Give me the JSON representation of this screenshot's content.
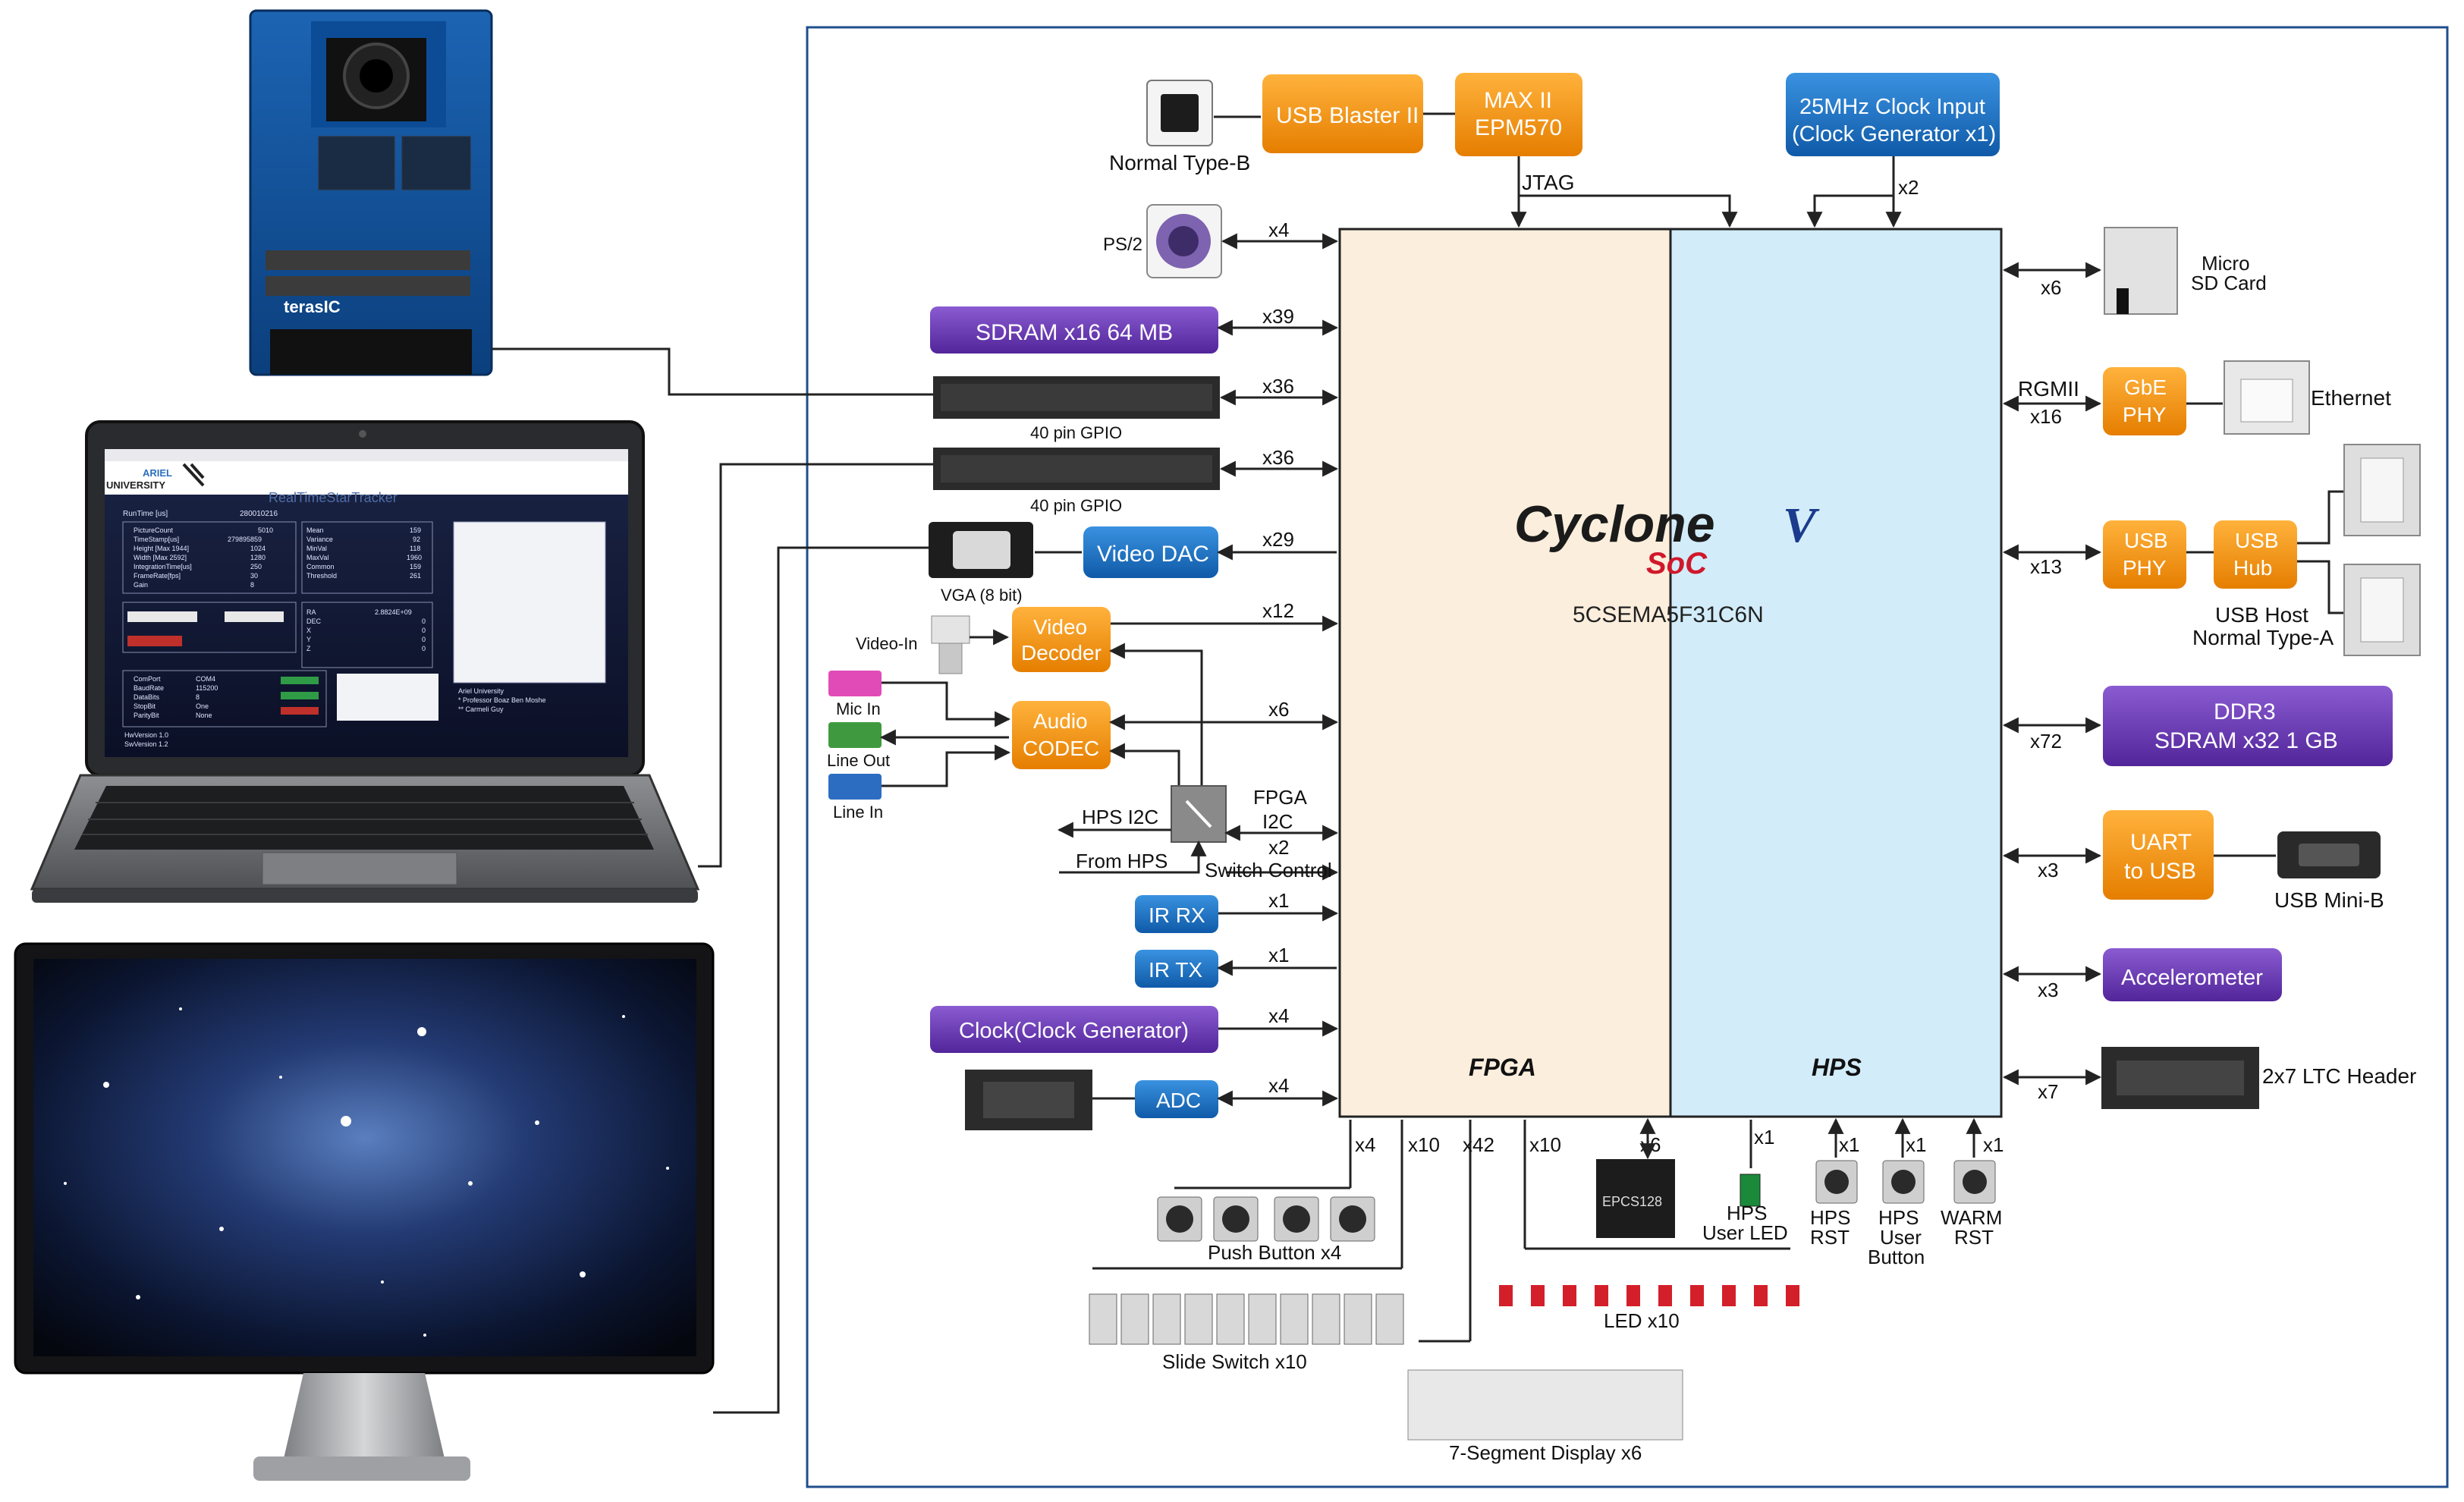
{
  "fpga_chip": {
    "brand": "Cyclone",
    "version_mark": "V",
    "soc_mark": "SoC",
    "part_number": "5CSEMA5F31C6N",
    "left_region": "FPGA",
    "right_region": "HPS"
  },
  "top": {
    "usb_connector_label": "Normal Type-B",
    "usb_blaster": "USB Blaster II",
    "max2_line1": "MAX II",
    "max2_line2": "EPM570",
    "jtag": "JTAG",
    "clock_input_line1": "25MHz Clock Input",
    "clock_input_line2": "(Clock Generator x1)",
    "clock_x": "x2"
  },
  "left": {
    "ps2": "PS/2",
    "ps2_x": "x4",
    "sdram": "SDRAM x16 64 MB",
    "sdram_x": "x39",
    "gpio1_x": "x36",
    "gpio1_label": "40 pin GPIO",
    "gpio2_x": "x36",
    "gpio2_label": "40 pin GPIO",
    "video_dac": "Video DAC",
    "video_dac_x": "x29",
    "vga_label": "VGA (8 bit)",
    "video_in": "Video-In",
    "video_decoder_line1": "Video",
    "video_decoder_line2": "Decoder",
    "video_decoder_x": "x12",
    "mic_in": "Mic In",
    "line_out": "Line Out",
    "line_in": "Line In",
    "audio_line1": "Audio",
    "audio_line2": "CODEC",
    "audio_x": "x6",
    "hps_i2c": "HPS I2C",
    "from_hps": "From HPS",
    "fpga_i2c_line1": "FPGA",
    "fpga_i2c_line2": "I2C",
    "switch_x": "x2",
    "switch_control": "Switch Control",
    "ir_rx": "IR RX",
    "ir_rx_x": "x1",
    "ir_tx": "IR TX",
    "ir_tx_x": "x1",
    "clock_gen": "Clock(Clock Generator)",
    "clock_gen_x": "x4",
    "adc": "ADC",
    "adc_x": "x4"
  },
  "right": {
    "sd_x": "x6",
    "sd_line1": "Micro",
    "sd_line2": "SD Card",
    "rgmii": "RGMII",
    "eth_x": "x16",
    "gbe_line1": "GbE",
    "gbe_line2": "PHY",
    "ethernet": "Ethernet",
    "usb_x": "x13",
    "usb_phy_line1": "USB",
    "usb_phy_line2": "PHY",
    "usb_hub_line1": "USB",
    "usb_hub_line2": "Hub",
    "usb_host_line1": "USB Host",
    "usb_host_line2": "Normal Type-A",
    "ddr3_x": "x72",
    "ddr3_line1": "DDR3",
    "ddr3_line2": "SDRAM x32 1 GB",
    "uart_x": "x3",
    "uart_line1": "UART",
    "uart_line2": "to USB",
    "usb_mini": "USB Mini-B",
    "accel_x": "x3",
    "accel": "Accelerometer",
    "ltc_x": "x7",
    "ltc": "2x7 LTC Header"
  },
  "bottom": {
    "pb_x": "x4",
    "sw_x": "x10",
    "seg_x": "x42",
    "led_x": "x10",
    "epcs_x": "x6",
    "epcs": "EPCS128",
    "hps_led_x": "x1",
    "hps_led_line1": "HPS",
    "hps_led_line2": "User LED",
    "hps_rst_x": "x1",
    "hps_rst_line1": "HPS",
    "hps_rst_line2": "RST",
    "hps_btn_x": "x1",
    "hps_btn_line1": "HPS",
    "hps_btn_line2": "User",
    "hps_btn_line3": "Button",
    "warm_x": "x1",
    "warm_line1": "WARM",
    "warm_line2": "RST",
    "push_buttons": "Push Button x4",
    "slide_switches": "Slide Switch x10",
    "leds": "LED x10",
    "seven_seg": "7-Segment Display x6"
  },
  "camera": {
    "brand": "terasIC"
  },
  "laptop": {
    "app_title": "RealTimeStarTracker",
    "logo_line1": "ARIEL",
    "logo_line2": "UNIVERSITY",
    "runtime_label": "RunTime [us]",
    "runtime_value": "280010216",
    "field1_label": "PictureCount",
    "field1_value": "5010",
    "field2_label": "TimeStamp[us]",
    "field2_value": "279895859",
    "field3_label": "Height [Max 1944]",
    "field3_value": "1024",
    "field4_label": "Width [Max 2592]",
    "field4_value": "1280",
    "field5_label": "IntegrationTime[us]",
    "field5_value": "250",
    "field6_label": "FrameRate[fps]",
    "field6_value": "30",
    "field7_label": "Gain",
    "field7_value": "8",
    "stat1_label": "Mean",
    "stat1_value": "159",
    "stat2_label": "Variance",
    "stat2_value": "92",
    "stat3_label": "MinVal",
    "stat3_value": "118",
    "stat4_label": "MaxVal",
    "stat4_value": "1960",
    "stat5_label": "Common",
    "stat5_value": "159",
    "stat6_label": "Threshold",
    "stat6_value": "261",
    "res1_label": "RA",
    "res1_value": "2.8824E+09",
    "res2_label": "DEC",
    "res2_value": "0",
    "res3_label": "X",
    "res3_value": "0",
    "res4_label": "Y",
    "res4_value": "0",
    "res5_label": "Z",
    "res5_value": "0",
    "com1_label": "ComPort",
    "com1_value": "COM4",
    "com2_label": "BaudRate",
    "com2_value": "115200",
    "com3_label": "DataBits",
    "com3_value": "8",
    "com4_label": "StopBit",
    "com4_value": "One",
    "com5_label": "ParityBit",
    "com5_value": "None",
    "credit1": "Ariel University",
    "credit2": "* Professor Boaz Ben Moshe",
    "credit3": "** Carmeli Guy",
    "hw_version": "HwVersion   1.0",
    "sw_version": "SwVersion   1.2"
  },
  "colors": {
    "orange": "#f39a12",
    "blue": "#1a73c9",
    "purple": "#6a3bb3",
    "fpga_fill": "#fbeedc",
    "hps_fill": "#d2ecfa",
    "frame": "#1f4e8c"
  }
}
